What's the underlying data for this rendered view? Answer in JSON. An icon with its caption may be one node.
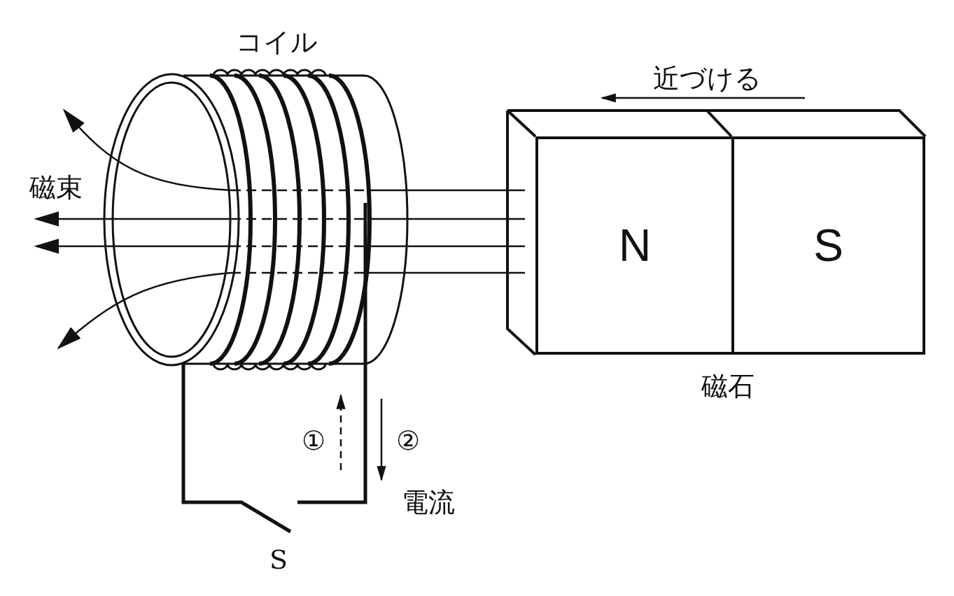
{
  "diagram": {
    "nodes": [
      {
        "text": [
          "N"
        ]
      },
      {
        "text": [
          "S"
        ]
      }
    ],
    "labels": [
      "コイル",
      "近づける",
      "磁束",
      "磁石",
      "①",
      "②",
      "電流",
      "S"
    ]
  }
}
